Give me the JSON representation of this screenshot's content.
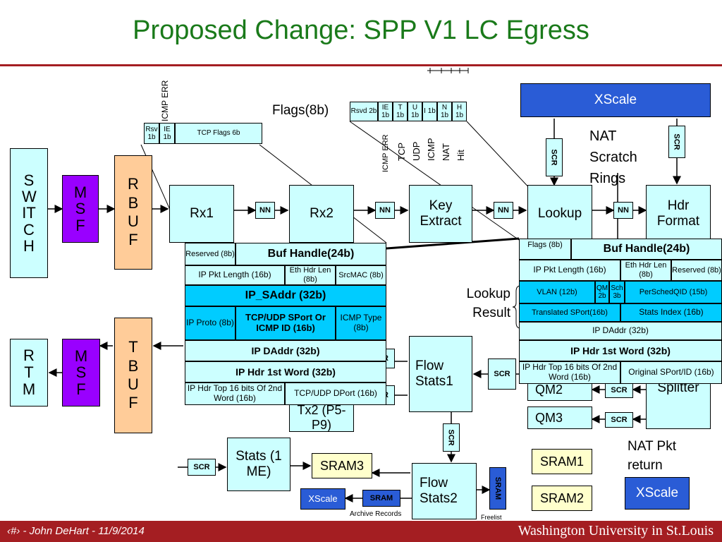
{
  "title": "Proposed Change: SPP V1 LC Egress",
  "blocks": {
    "switch": "SWITCH",
    "msf_top": "MSF",
    "rbuf": "RBUF",
    "rx1": "Rx1",
    "rx2": "Rx2",
    "key_extract": "Key Extract",
    "lookup": "Lookup",
    "hdr_format": "Hdr Format",
    "xscale_top": "XScale",
    "rtm": "RTM",
    "msf_bottom": "MSF",
    "tbuf": "TBUF",
    "flow_stats1": "Flow Stats1",
    "flow_stats2": "Flow Stats2",
    "qm2": "QM2",
    "qm3": "QM3",
    "splitter": "Splitter",
    "tx2": "Tx2 (P5-P9)",
    "stats": "Stats (1 ME)",
    "sram3": "SRAM3",
    "sram1": "SRAM1",
    "sram2": "SRAM2",
    "xscale_small": "XScale",
    "xscale_bottom": "XScale",
    "sram_small": "SRAM",
    "archive_records": "Archive Records",
    "freelist": "Freelist"
  },
  "labels": {
    "flags8b": "Flags(8b)",
    "nat_scratch_rings": "NAT Scratch Rings",
    "lookup_result": "Lookup Result",
    "nat_pkt_return": "NAT Pkt return",
    "icmp_err": "ICMP ERR"
  },
  "rings": {
    "nn": "NN",
    "scr": "SCR",
    "sram": "SRAM"
  },
  "flags_top": [
    "Rsvd 2b",
    "IE 1b",
    "T 1b",
    "U 1b",
    "I 1b",
    "N 1b",
    "H 1b"
  ],
  "flags_top_vertical": [
    "ICMP ERR",
    "TCP",
    "UDP",
    "ICMP",
    "NAT",
    "Hit"
  ],
  "tcp_flags": [
    "Rsv 1b",
    "IE 1b",
    "TCP Flags 6b"
  ],
  "left_record": {
    "reserved": "Reserved (8b)",
    "buf_handle": "Buf Handle(24b)",
    "ip_pkt_len": "IP Pkt Length (16b)",
    "eth_hdr_len": "Eth Hdr Len (8b)",
    "srcmac": "SrcMAC (8b)",
    "ip_saddr": "IP_SAddr (32b)",
    "ip_proto": "IP Proto (8b)",
    "tcp_udp_sport": "TCP/UDP SPort Or ICMP ID (16b)",
    "icmp_type": "ICMP Type (8b)",
    "ip_daddr": "IP DAddr (32b)",
    "ip_hdr_1st": "IP Hdr 1st Word (32b)",
    "ip_hdr_top16": "IP Hdr Top 16 bits Of 2nd Word (16b)",
    "tcp_udp_dport": "TCP/UDP DPort (16b)"
  },
  "right_record": {
    "flags": "Flags (8b)",
    "buf_handle": "Buf Handle(24b)",
    "ip_pkt_len": "IP Pkt Length (16b)",
    "eth_hdr_len": "Eth Hdr Len (8b)",
    "reserved": "Reserved (8b)",
    "vlan": "VLAN (12b)",
    "qm": "QM 2b",
    "sch": "Sch 3b",
    "persched_qid": "PerSchedQID (15b)",
    "translated_sport": "Translated SPort(16b)",
    "stats_index": "Stats Index (16b)",
    "ip_daddr": "IP DAddr (32b)",
    "ip_hdr_1st": "IP Hdr 1st Word (32b)",
    "ip_hdr_top16": "IP Hdr Top 16 bits Of 2nd Word (16b)",
    "original_sport": "Original SPort/ID (16b)"
  },
  "footer": {
    "left": "‹#› - John DeHart - 11/9/2014",
    "right": "Washington University in St.Louis"
  },
  "colors": {
    "title": "#1a7a1a",
    "accent": "#a41e22",
    "cyan": "#ccffff",
    "highlight": "#00ccff",
    "peach": "#ffcc99",
    "purple": "#9900ff",
    "xscale": "#2a5cd6",
    "cream": "#ffffcc"
  }
}
